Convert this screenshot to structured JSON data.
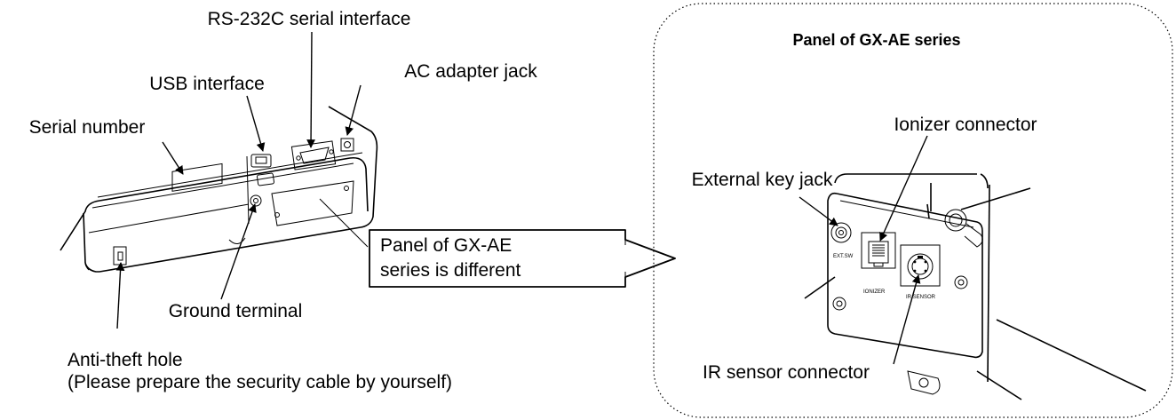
{
  "labels": {
    "rs232c": "RS-232C serial interface",
    "usb": "USB interface",
    "ac_adapter": "AC adapter jack",
    "serial_number": "Serial number",
    "ground_terminal": "Ground terminal",
    "anti_theft_line1": "Anti-theft hole",
    "anti_theft_line2": "(Please prepare the security cable by yourself)"
  },
  "callout": {
    "line1": "Panel of GX-AE",
    "line2": "series is different"
  },
  "gx_panel": {
    "title": "Panel of GX-AE series",
    "ionizer_connector": "Ionizer connector",
    "external_key_jack": "External key jack",
    "ir_sensor_connector": "IR sensor connector",
    "marking_ext_sw": "EXT.SW",
    "marking_ionizer": "IONIZER",
    "marking_ir_sensor": "IR SENSOR"
  }
}
